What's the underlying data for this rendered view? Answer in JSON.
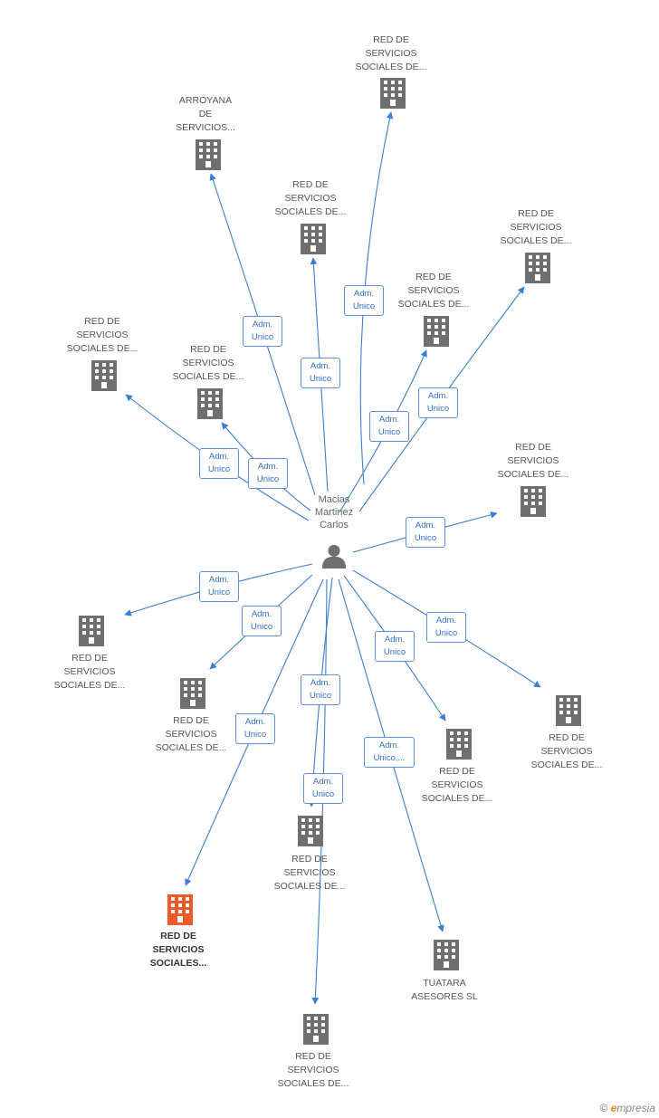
{
  "center": {
    "lines": [
      "Macias",
      "Martinez",
      "Carlos"
    ]
  },
  "colors": {
    "edge": "#3a7fd5",
    "icon": "#6f6f6f",
    "highlight": "#f05a28",
    "badge_text": "#2f6fc4"
  },
  "nodes": [
    {
      "id": "n1",
      "lines": [
        "RED DE",
        "SERVICIOS",
        "SOCIALES DE..."
      ],
      "role": "Adm.|Unico"
    },
    {
      "id": "n2",
      "lines": [
        "ARROYANA",
        "DE",
        "SERVICIOS..."
      ],
      "role": "Adm.|Unico"
    },
    {
      "id": "n3",
      "lines": [
        "RED DE",
        "SERVICIOS",
        "SOCIALES DE..."
      ],
      "role": "Adm.|Unico"
    },
    {
      "id": "n4",
      "lines": [
        "RED DE",
        "SERVICIOS",
        "SOCIALES DE..."
      ],
      "role": "Adm.|Unico"
    },
    {
      "id": "n5",
      "lines": [
        "RED DE",
        "SERVICIOS",
        "SOCIALES DE..."
      ],
      "role": "Adm.|Unico"
    },
    {
      "id": "n6",
      "lines": [
        "RED DE",
        "SERVICIOS",
        "SOCIALES DE..."
      ],
      "role": "Adm.|Unico"
    },
    {
      "id": "n7",
      "lines": [
        "RED DE",
        "SERVICIOS",
        "SOCIALES DE..."
      ],
      "role": "Adm.|Unico"
    },
    {
      "id": "n8",
      "lines": [
        "RED DE",
        "SERVICIOS",
        "SOCIALES DE..."
      ],
      "role": "Adm.|Unico"
    },
    {
      "id": "n9",
      "lines": [
        "RED DE",
        "SERVICIOS",
        "SOCIALES DE..."
      ],
      "role": "Adm.|Unico"
    },
    {
      "id": "n10",
      "lines": [
        "RED DE",
        "SERVICIOS",
        "SOCIALES DE..."
      ],
      "role": "Adm.|Unico"
    },
    {
      "id": "n11",
      "lines": [
        "RED DE",
        "SERVICIOS",
        "SOCIALES DE..."
      ],
      "role": "Adm.|Unico"
    },
    {
      "id": "n12",
      "lines": [
        "RED DE",
        "SERVICIOS",
        "SOCIALES DE..."
      ],
      "role": "Adm.|Unico"
    },
    {
      "id": "n13",
      "lines": [
        "RED DE",
        "SERVICIOS",
        "SOCIALES DE..."
      ],
      "role": "Adm.|Unico"
    },
    {
      "id": "n14",
      "lines": [
        "RED DE",
        "SERVICIOS",
        "SOCIALES..."
      ],
      "role": "Adm.|Unico",
      "highlight": true
    },
    {
      "id": "n15",
      "lines": [
        "RED DE",
        "SERVICIOS",
        "SOCIALES DE..."
      ],
      "role": "Adm.|Unico"
    },
    {
      "id": "n16",
      "lines": [
        "TUATARA",
        "ASESORES SL"
      ],
      "role": "Adm.|Unico,..."
    }
  ],
  "footer": {
    "copyright": "©",
    "brand_initial": "e",
    "brand_rest": "mpresia"
  }
}
